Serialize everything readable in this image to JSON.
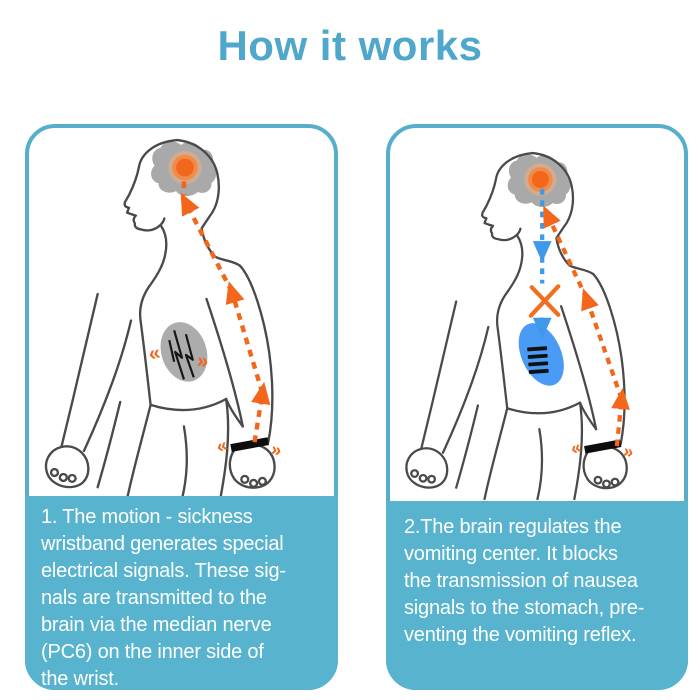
{
  "title": "How it works",
  "theme": {
    "title_color": "#4FA7CB",
    "panel_border": "#56AECB",
    "caption_bg": "#57B3CE",
    "caption_text": "#FFFFFF",
    "signal_orange": "#F2671C",
    "signal_blue": "#3F99EA",
    "stomach_blue": "#4A9BF5",
    "brain_gray": "#A9A9A9",
    "outline_gray": "#4A4A4A"
  },
  "icons": {
    "vibration_left": "«",
    "vibration_right": "»"
  },
  "panels": [
    {
      "id": "step-1",
      "caption_lines": [
        "1. The motion - sickness",
        "wristband generates special",
        "electrical signals. These sig-",
        "nals are transmitted to the",
        "brain via the median nerve",
        "(PC6) on the inner side of",
        "the wrist."
      ]
    },
    {
      "id": "step-2",
      "caption_lines": [
        "2.The brain regulates the",
        "vomiting center. It blocks",
        "the transmission of nausea",
        "signals to the stomach, pre-",
        "venting the vomiting reflex."
      ]
    }
  ]
}
